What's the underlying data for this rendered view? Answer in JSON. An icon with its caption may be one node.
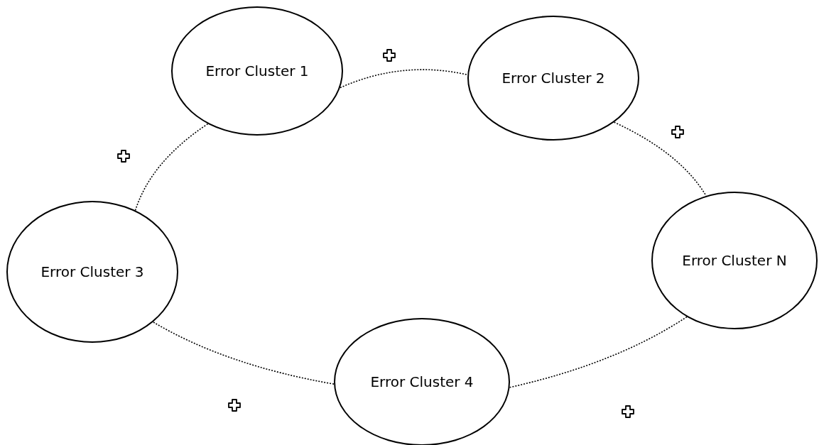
{
  "diagram": {
    "nodes": [
      {
        "text": [
          "Error Cluster 1"
        ]
      },
      {
        "text": [
          "Error Cluster 2"
        ]
      },
      {
        "text": [
          "Error Cluster N"
        ]
      },
      {
        "text": [
          "Error Cluster 4"
        ]
      },
      {
        "text": [
          "Error Cluster 3"
        ]
      }
    ],
    "edges": [
      {
        "from": 0,
        "to": 1,
        "arrow": "none",
        "style": "dashed"
      },
      {
        "from": 1,
        "to": 2,
        "arrow": "none",
        "style": "dashed"
      },
      {
        "from": 2,
        "to": 3,
        "arrow": "none",
        "style": "dashed"
      },
      {
        "from": 3,
        "to": 4,
        "arrow": "none",
        "style": "dashed"
      },
      {
        "from": 4,
        "to": 0,
        "arrow": "none",
        "style": "dashed"
      }
    ]
  }
}
